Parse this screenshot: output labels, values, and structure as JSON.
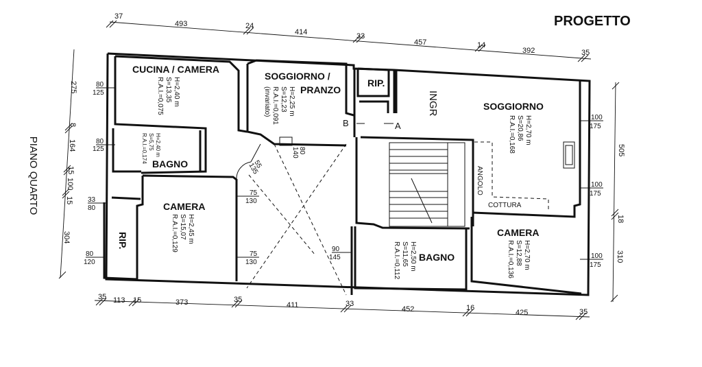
{
  "title": "PROGETTO",
  "side_label": "PIANO QUARTO",
  "rooms": {
    "cucina": {
      "name": "CUCINA / CAMERA",
      "h": "H=2,40 m",
      "s": "S=13,35",
      "rai": "R.A.I.=0,075"
    },
    "soggiorno_pranzo": {
      "name1": "SOGGIORNO /",
      "name2": "PRANZO",
      "h": "H=2,25 m",
      "s": "S=12,23",
      "rai": "R.A.I.=0,091",
      "note": "(invariato)"
    },
    "rip_top": {
      "name": "RIP."
    },
    "ingr": {
      "name": "INGR"
    },
    "soggiorno": {
      "name": "SOGGIORNO",
      "h": "H=2,70 m",
      "s": "S=20,86",
      "rai": "R.A.I.=0,168"
    },
    "bagno_left": {
      "name": "BAGNO",
      "h": "H=2,40 m",
      "s": "S=5,75",
      "rai": "R.A.I.=0,174"
    },
    "camera_left": {
      "name": "CAMERA",
      "h": "H=2,45 m",
      "s": "S=15,07",
      "rai": "R.A.I.=0,129"
    },
    "rip_left": {
      "name": "RIP."
    },
    "bagno_mid": {
      "name": "BAGNO",
      "h": "H=2,50 m",
      "s": "S=11,65",
      "rai": "R.A.I.=0,112"
    },
    "camera_right": {
      "name": "CAMERA",
      "h": "H=2,70 m",
      "s": "S=12,88",
      "rai": "R.A.I.=0,136"
    }
  },
  "labels": {
    "angolo": "ANGOLO",
    "cottura": "COTTURA",
    "a": "A",
    "b": "B"
  },
  "windows": {
    "w_cucina": {
      "top": "80",
      "bottom": "125"
    },
    "w_bagno": {
      "top": "80",
      "bottom": "125"
    },
    "w_left_mid": {
      "top": "33",
      "bottom": "80"
    },
    "w_rip": {
      "top": "80",
      "bottom": "120"
    },
    "w_cam1": {
      "top": "75",
      "bottom": "130"
    },
    "w_cam2": {
      "top": "75",
      "bottom": "130"
    },
    "w_door140": {
      "top": "80",
      "bottom": "140"
    },
    "w_door135": {
      "top": "55",
      "bottom": "135"
    },
    "w_bagno_mid": {
      "top": "90",
      "bottom": "145"
    },
    "w_sog1": {
      "top": "100",
      "bottom": "175"
    },
    "w_sog2": {
      "top": "100",
      "bottom": "175"
    },
    "w_cam_r": {
      "top": "100",
      "bottom": "175"
    }
  },
  "dims_top": [
    "37",
    "493",
    "24",
    "414",
    "33",
    "457",
    "14",
    "392",
    "35"
  ],
  "dims_bottom": [
    "35",
    "113",
    "15",
    "373",
    "35",
    "411",
    "33",
    "452",
    "16",
    "425",
    "35"
  ],
  "dims_left": [
    "275",
    "8",
    "164",
    "15",
    "100",
    "15",
    "304"
  ],
  "dims_right": [
    "505",
    "18",
    "310"
  ]
}
